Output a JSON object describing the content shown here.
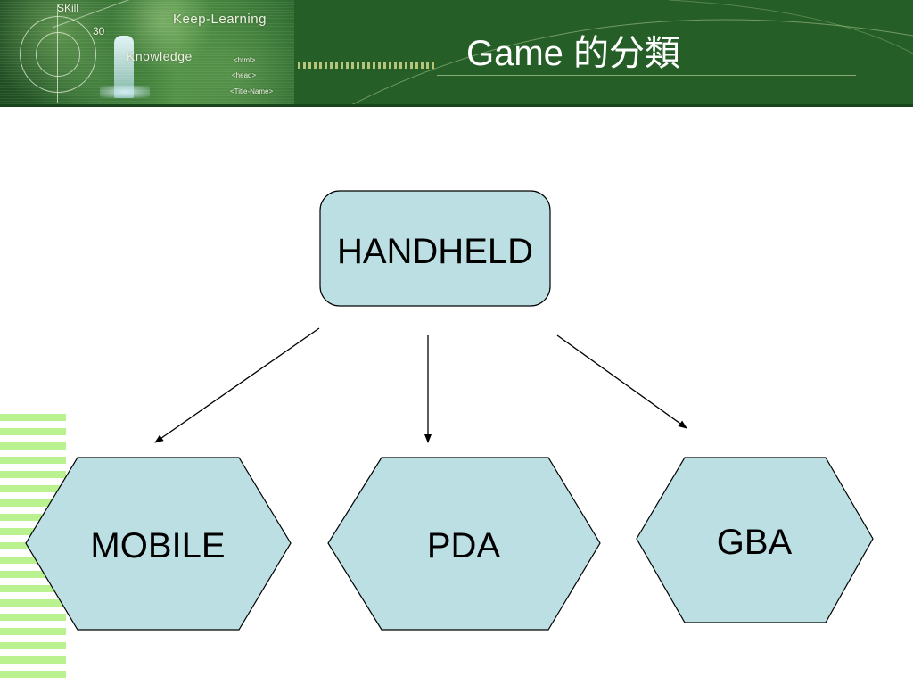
{
  "slide": {
    "title": "Game 的分類"
  },
  "banner": {
    "skill_text": "SKill",
    "number_text": "30",
    "keep_learning_text": "Keep-Learning",
    "knowledge_text": "Knowledge",
    "html_tag": "<html>",
    "head_tag": "<head>",
    "title_tag": "<Title-Name>",
    "colors": {
      "banner_green": "#255e27",
      "stripe_green": "#b9f28f",
      "node_fill": "#bcdfe3"
    }
  },
  "diagram": {
    "root": {
      "label": "HANDHELD"
    },
    "children": [
      {
        "label": "MOBILE"
      },
      {
        "label": "PDA"
      },
      {
        "label": "GBA"
      }
    ]
  }
}
